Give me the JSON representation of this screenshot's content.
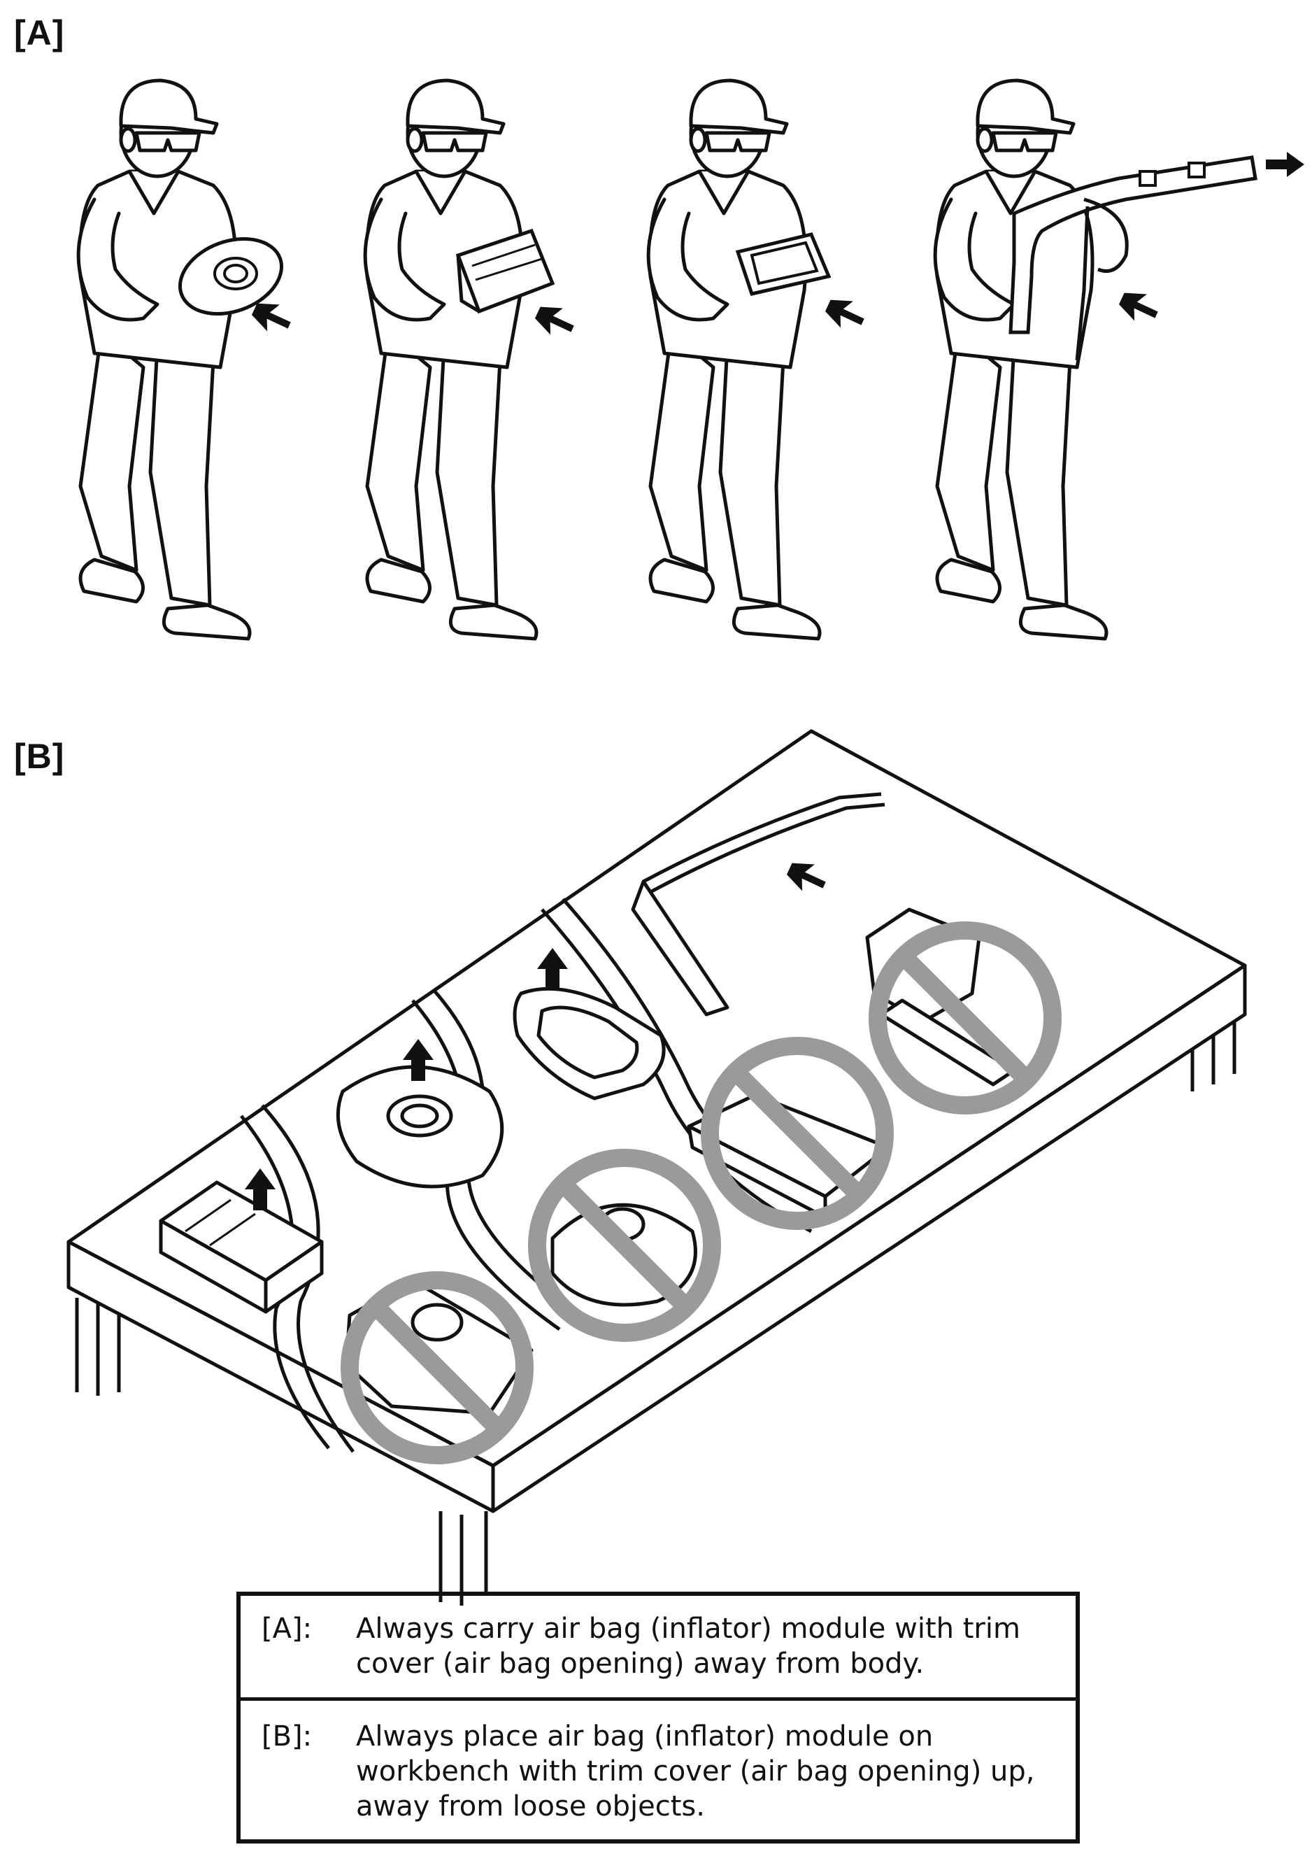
{
  "figure": {
    "label_a": "[A]",
    "label_b": "[B]"
  },
  "legend": {
    "rows": [
      {
        "key": "[A]:",
        "text": "Always carry air bag (inflator) module with trim cover (air bag opening) away from body."
      },
      {
        "key": "[B]:",
        "text": "Always place air bag (inflator) module on workbench with trim cover (air bag opening) up, away from loose objects."
      }
    ]
  },
  "colors": {
    "line": "#111111",
    "prohibition": "#9a9a9a"
  },
  "icons": [
    "technician-figure",
    "arrow-icon",
    "prohibition-icon",
    "workbench",
    "airbag-module"
  ]
}
